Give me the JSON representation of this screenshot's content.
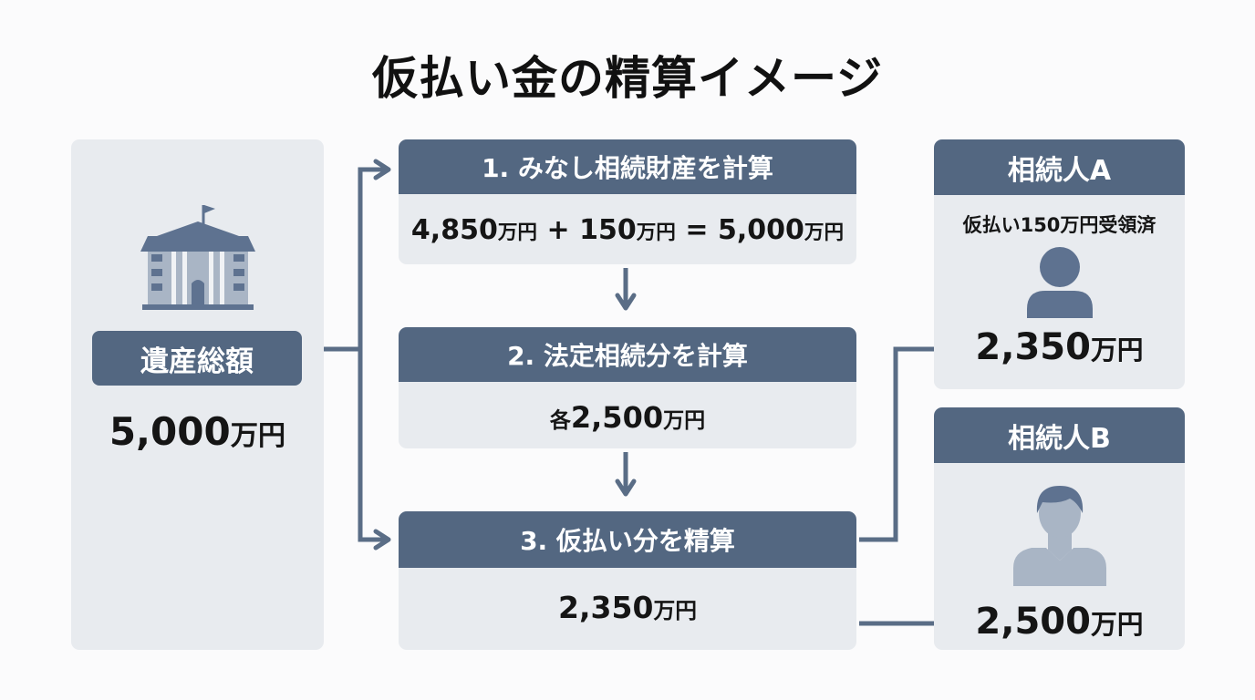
{
  "title": "仮払い金の精算イメージ",
  "estate": {
    "label": "遺産総額",
    "amount": "5,000",
    "unit": "万円"
  },
  "steps": [
    {
      "header": "1. みなし相続財産を計算",
      "formula": {
        "a": "4,850",
        "b": "150",
        "c": "5,000",
        "unit": "万円",
        "plus": "+",
        "equals": "="
      }
    },
    {
      "header": "2. 法定相続分を計算",
      "prefix": "各",
      "amount": "2,500",
      "unit": "万円"
    },
    {
      "header": "3. 仮払い分を精算",
      "amount": "2,350",
      "unit": "万円"
    }
  ],
  "heirs": [
    {
      "header": "相続人A",
      "note": "仮払い150万円受領済",
      "amount": "2,350",
      "unit": "万円"
    },
    {
      "header": "相続人B",
      "amount": "2,500",
      "unit": "万円"
    }
  ],
  "colors": {
    "accent": "#536781",
    "panel": "#e8ebef",
    "arrow": "#5a6d86",
    "icon": "#5e7290"
  }
}
